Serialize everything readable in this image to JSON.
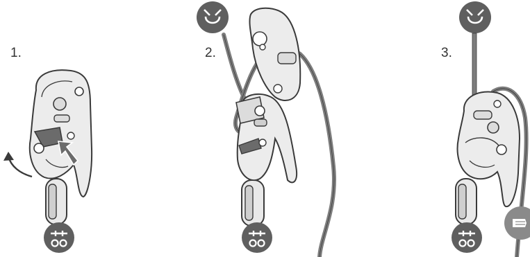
{
  "steps": [
    {
      "number": "1."
    },
    {
      "number": "2."
    },
    {
      "number": "3."
    }
  ],
  "icons": {
    "anchor": "anchor-icon",
    "harness": "harness-icon",
    "hand": "hand-brake-icon",
    "arrow": "direction-arrow-icon"
  },
  "colors": {
    "icon_fill": "#5f5f5f",
    "device_fill": "#ececec",
    "rope": "#7d7d7d",
    "outline": "#3a3a3a",
    "cam": "#6b6b6b"
  }
}
